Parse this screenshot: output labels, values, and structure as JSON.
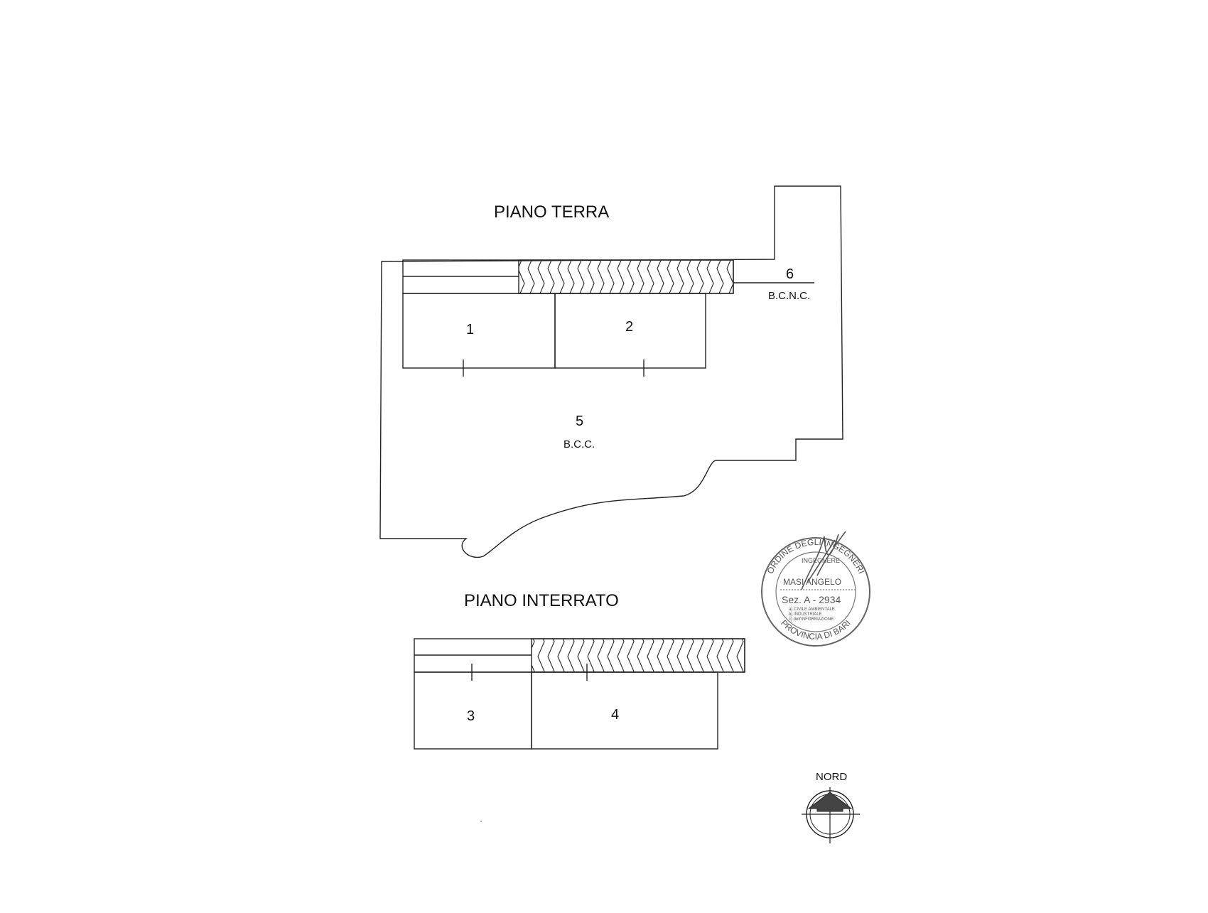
{
  "plans": {
    "ground": {
      "title": "PIANO TERRA"
    },
    "basement": {
      "title": "PIANO INTERRATO"
    }
  },
  "units": {
    "u1": {
      "number": "1"
    },
    "u2": {
      "number": "2"
    },
    "u3": {
      "number": "3"
    },
    "u4": {
      "number": "4"
    },
    "u5": {
      "number": "5",
      "code": "B.C.C."
    },
    "u6": {
      "number": "6",
      "code": "B.C.N.C."
    }
  },
  "stamp": {
    "ring_top": "ORDINE DEGLI INGEGNERI",
    "ring_bottom": "PROVINCIA DI BARI",
    "inner_top": "INGEGNERE",
    "inner_name": "MASI ANGELO",
    "section": "Sez. A - 2934",
    "fields": [
      "a) CIVILE AMBIENTALE",
      "b) INDUSTRIALE",
      "c) dell'INFORMAZIONE"
    ]
  },
  "compass": {
    "label": "NORD"
  },
  "colors": {
    "ink": "#222222",
    "stamp": "#555555"
  }
}
